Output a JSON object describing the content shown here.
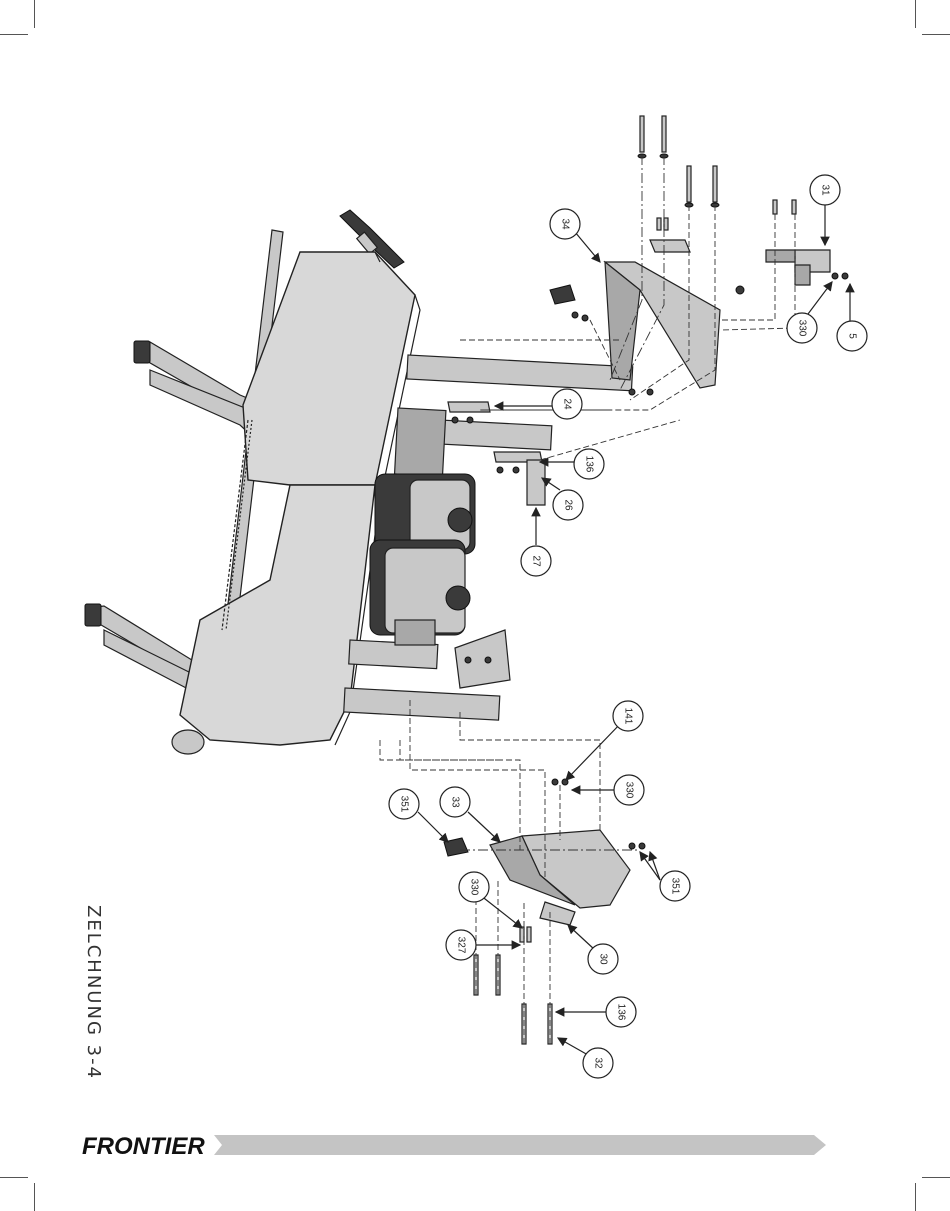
{
  "page": {
    "title": "ZELCHNUNG 3-4",
    "brand": "FRONTIER"
  },
  "callouts": {
    "c34": "34",
    "c31": "31",
    "c330a": "330",
    "c5": "5",
    "c24": "24",
    "c136a": "136",
    "c26": "26",
    "c27": "27",
    "c141": "141",
    "c330b": "330",
    "c351a": "351",
    "c33": "33",
    "c351b": "351",
    "c330c": "330",
    "c327": "327",
    "c30": "30",
    "c136b": "136",
    "c32": "32"
  },
  "colors": {
    "line": "#222222",
    "metal": "#c8c8c8",
    "metal_dark": "#9a9a9a",
    "table": "#d6d6d6",
    "footer_bar": "#c4c4c4"
  }
}
